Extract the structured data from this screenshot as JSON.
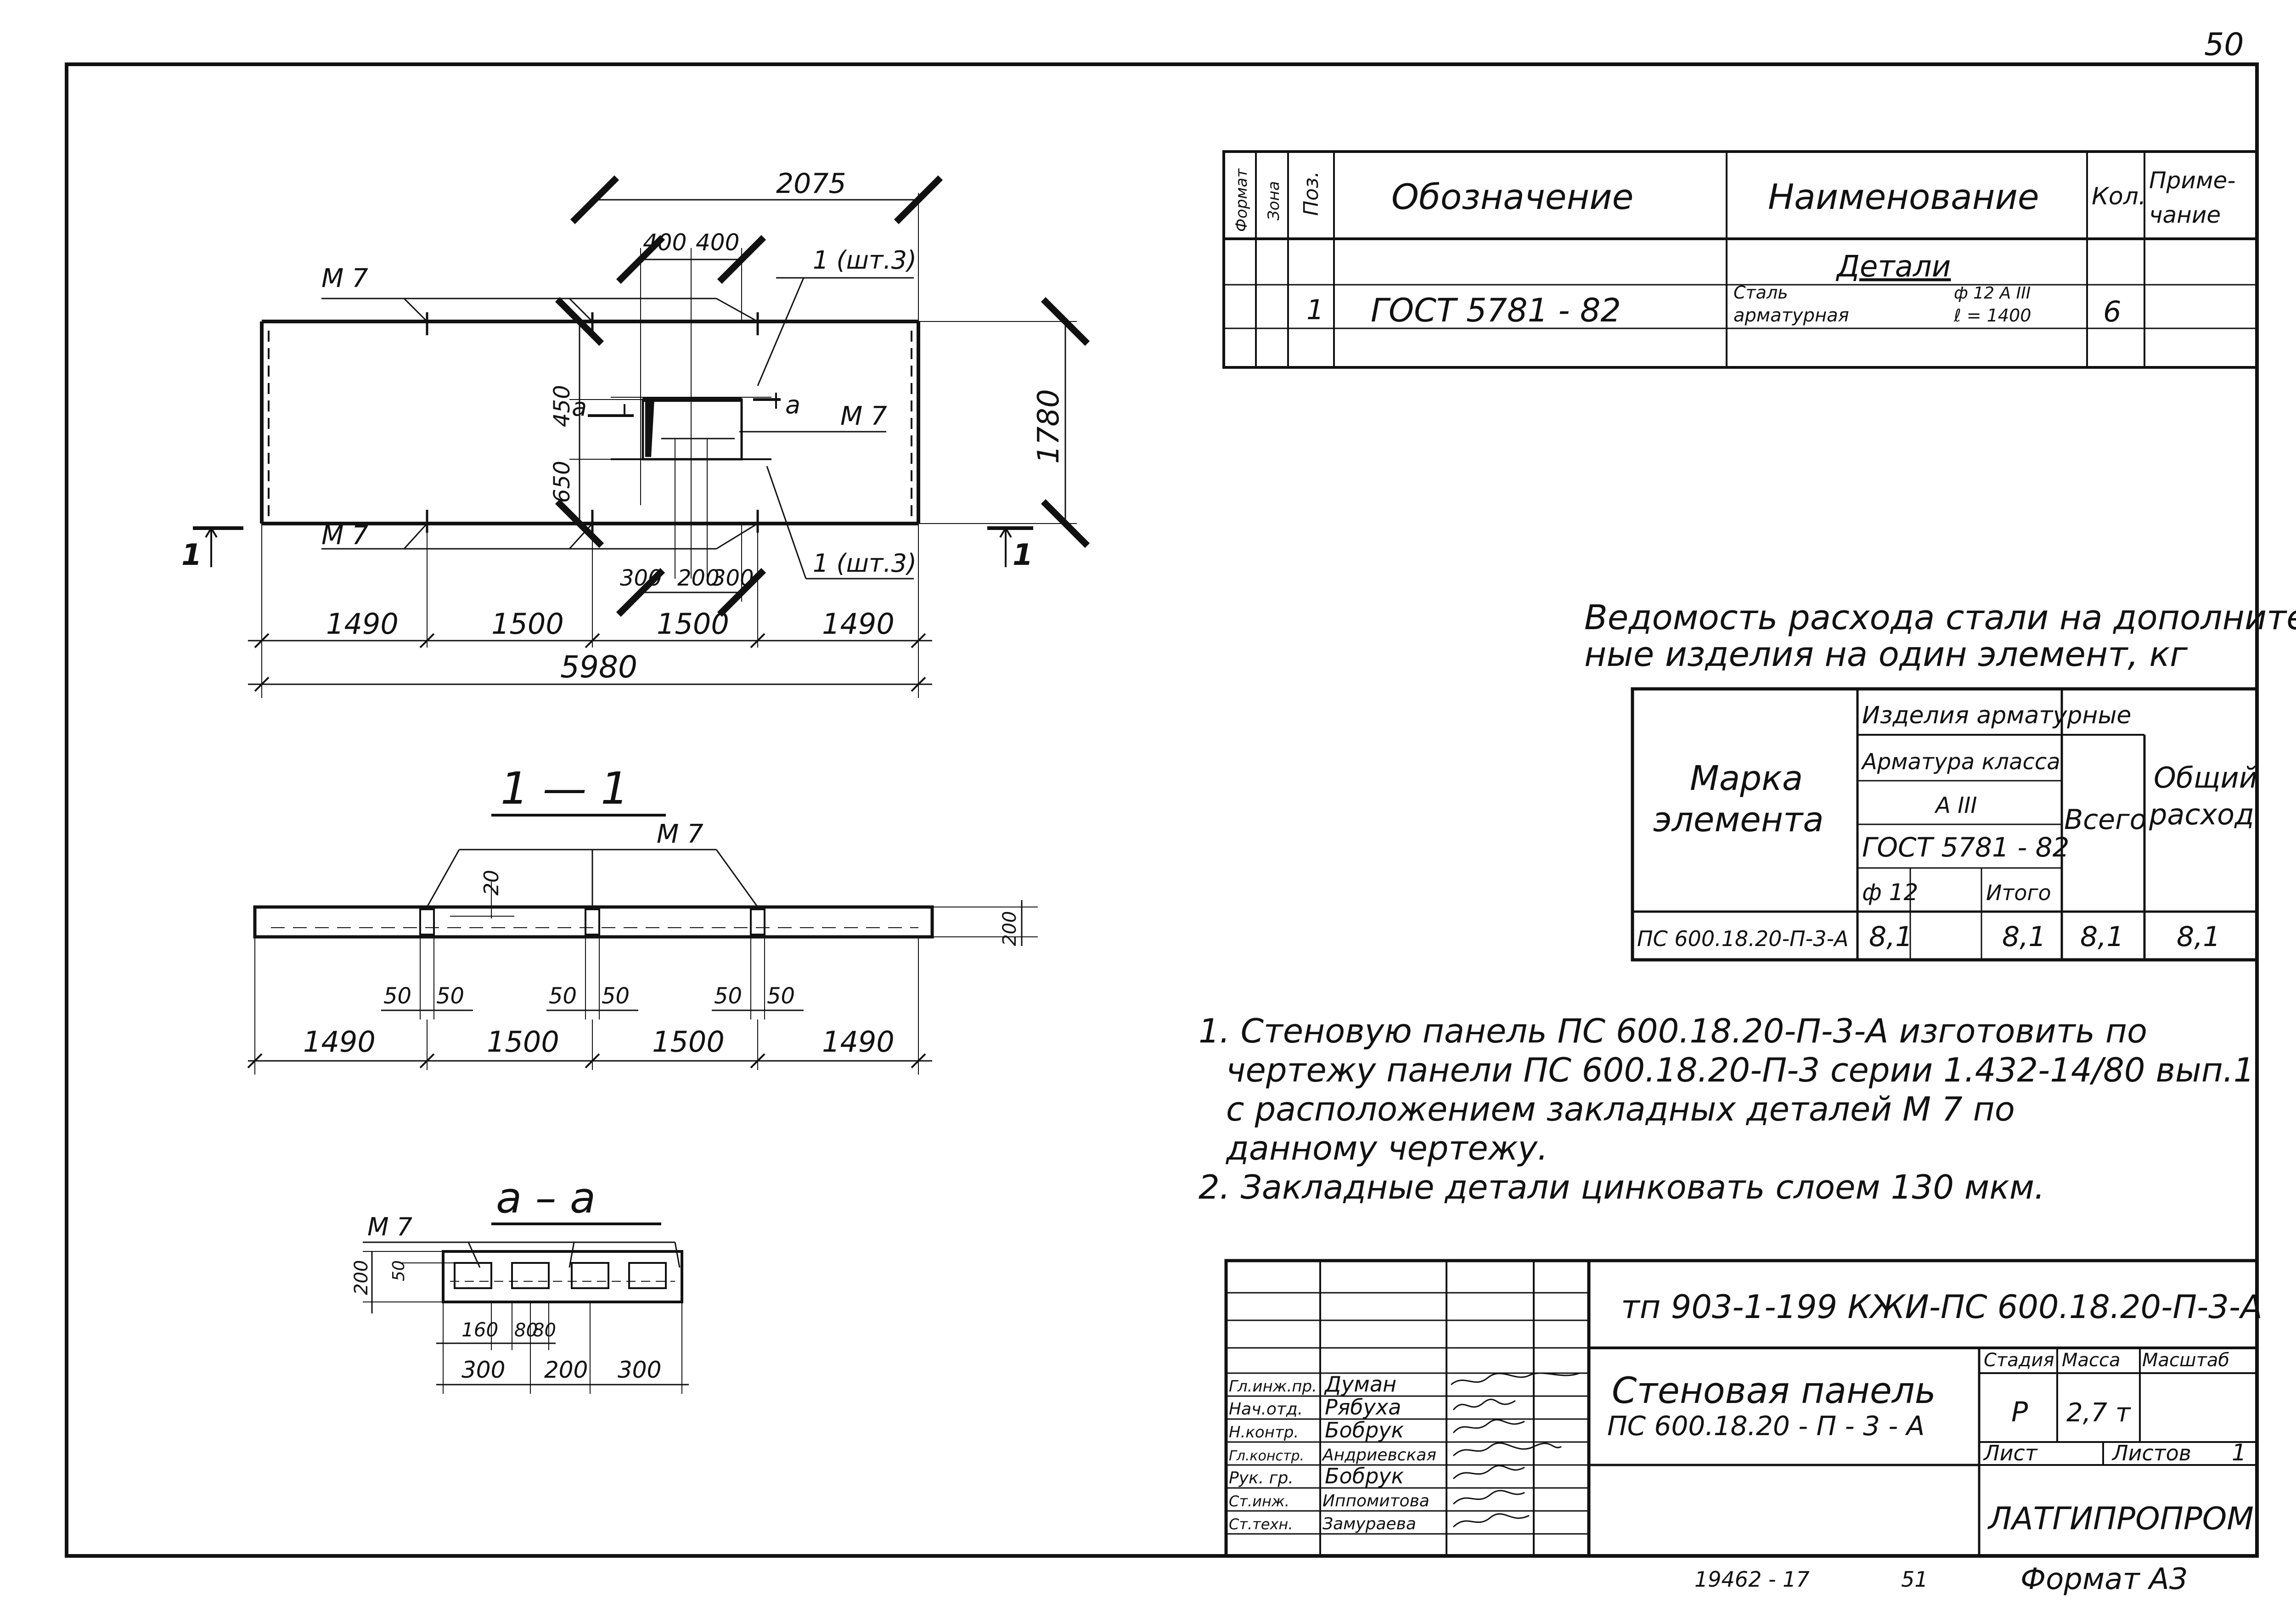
{
  "page_number": "50",
  "spec_table": {
    "headers": {
      "format": "Формат",
      "zone": "Зона",
      "pos": "Поз.",
      "designation": "Обозначение",
      "name": "Наименование",
      "qty": "Кол.",
      "note_line1": "Приме-",
      "note_line2": "чание"
    },
    "section_title": "Детали",
    "row": {
      "pos": "1",
      "designation": "ГОСТ 5781 - 82",
      "name_line1": "Сталь",
      "name_line2": "арматурная",
      "size_line1": "ф 12  А III",
      "size_line2": "ℓ = 1400",
      "qty": "6"
    }
  },
  "plan_view": {
    "dim_2075": "2075",
    "dim_400a": "400",
    "dim_400b": "400",
    "callout_top": "1 (шт.3)",
    "callout_bottom": "1 (шт.3)",
    "m7_top": "М 7",
    "m7_right": "М 7",
    "m7_bottom": "М 7",
    "a_left": "а",
    "a_right": "а",
    "dim_450": "450",
    "dim_650": "650",
    "dim_1780": "1780",
    "section_mark_left": "1",
    "section_mark_right": "1",
    "dim_300a": "300",
    "dim_200": "200",
    "dim_300b": "300",
    "dims_row": [
      "1490",
      "1500",
      "1500",
      "1490"
    ],
    "dim_total": "5980"
  },
  "section_1_1": {
    "title": "1 — 1",
    "m7": "М 7",
    "dim_20": "20",
    "dim_200": "200",
    "dims_50": [
      "50",
      "50",
      "50",
      "50",
      "50",
      "50"
    ],
    "dims_row": [
      "1490",
      "1500",
      "1500",
      "1490"
    ]
  },
  "section_a_a": {
    "title": "а  –  а",
    "m7": "М 7",
    "dim_200": "200",
    "dim_50": "50",
    "dim_160": "160",
    "dim_80a": "80",
    "dim_80b": "80",
    "dim_300a": "300",
    "dim_200b": "200",
    "dim_300b": "300"
  },
  "steel_table": {
    "title_line1": "Ведомость расхода стали на дополнитель-",
    "title_line2": "ные изделия  на один элемент, кг",
    "col_mark_line1": "Марка",
    "col_mark_line2": "элемента",
    "col_items": "Изделия арматурные",
    "col_class": "Арматура класса",
    "col_a3": "А III",
    "col_gost": "ГОСТ 5781 - 82",
    "col_d12": "ф 12",
    "col_total_sub": "Итого",
    "col_all": "Всего",
    "col_total_line1": "Общий",
    "col_total_line2": "расход",
    "row": {
      "mark": "ПС 600.18.20-П-3-А",
      "d12": "8,1",
      "blank": "",
      "itogo": "8,1",
      "vsego": "8,1",
      "total": "8,1"
    }
  },
  "notes": [
    "1. Стеновую панель ПС 600.18.20-П-3-А изготовить по",
    "чертежу панели ПС 600.18.20-П-3 серии 1.432-14/80 вып.1",
    "с расположением закладных деталей М 7  по",
    "данному  чертежу.",
    "2. Закладные  детали цинковать слоем 130 мкм."
  ],
  "title_block": {
    "doc_code": "тп 903-1-199   КЖИ-ПС 600.18.20-П-3-А",
    "title_line1": "Стеновая панель",
    "title_line2": "ПС 600.18.20 - П - 3 - А",
    "stage_label": "Стадия",
    "mass_label": "Масса",
    "scale_label": "Масштаб",
    "stage": "Р",
    "mass": "2,7 т",
    "sheet_label": "Лист",
    "sheets_label": "Листов",
    "sheets_value": "1",
    "organization": "ЛАТГИПРОПРОМ",
    "staff": [
      {
        "role": "Гл.инж.пр.",
        "name": "Думан"
      },
      {
        "role": "Нач.отд.",
        "name": "Рябуха"
      },
      {
        "role": "Н.контр.",
        "name": "Бобрук"
      },
      {
        "role": "Гл.констр.",
        "name": "Андриевская"
      },
      {
        "role": "Рук. гр.",
        "name": "Бобрук"
      },
      {
        "role": "Ст.инж.",
        "name": "Иппомитова"
      },
      {
        "role": "Ст.техн.",
        "name": "Замураева"
      }
    ]
  },
  "footer": {
    "archive_no": "19462 - 17",
    "page_alt": "51",
    "format": "Формат А3"
  }
}
